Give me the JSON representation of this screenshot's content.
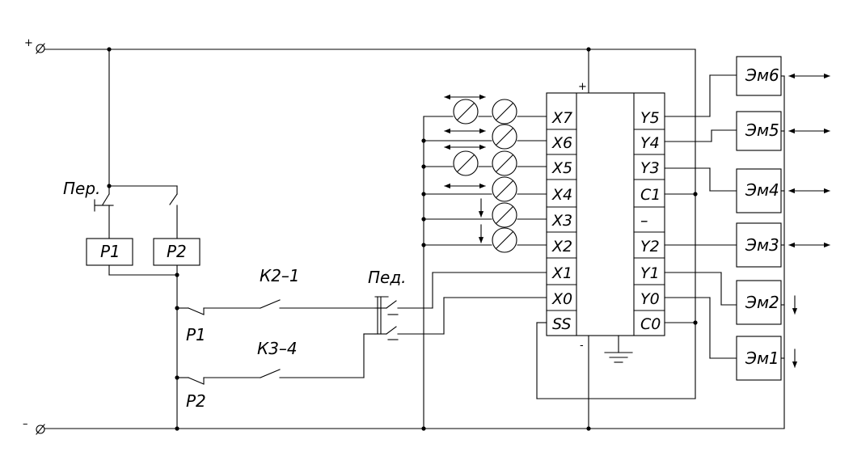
{
  "terminals": {
    "plus": "+",
    "minus": "–"
  },
  "switches": {
    "per": "Пер.",
    "ped": "Пед."
  },
  "relays": {
    "r1": "Р1",
    "r2": "Р2"
  },
  "contacts": {
    "k21": "К2–1",
    "k34": "К3–4",
    "p1": "Р1",
    "p2": "Р2"
  },
  "plc": {
    "plus": "+",
    "minus": "-",
    "inputs": [
      "X7",
      "X6",
      "X5",
      "X4",
      "X3",
      "X2",
      "X1",
      "X0",
      "SS"
    ],
    "outputs": [
      "Y5",
      "Y4",
      "Y3",
      "C1",
      "–",
      "Y2",
      "Y1",
      "Y0",
      "C0"
    ]
  },
  "magnets": [
    "Эм6",
    "Эм5",
    "Эм4",
    "Эм3",
    "Эм2",
    "Эм1"
  ]
}
